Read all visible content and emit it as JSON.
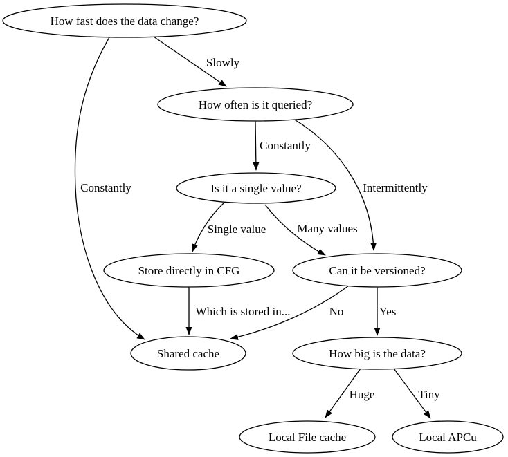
{
  "diagram": {
    "background_color": "#ffffff",
    "stroke_color": "#000000",
    "text_color": "#000000",
    "nodes": [
      {
        "id": "change",
        "label": "How fast does the data change?"
      },
      {
        "id": "queried",
        "label": "How often is it queried?"
      },
      {
        "id": "single",
        "label": "Is it a single value?"
      },
      {
        "id": "cfg",
        "label": "Store directly in CFG"
      },
      {
        "id": "versioned",
        "label": "Can it be versioned?"
      },
      {
        "id": "shared",
        "label": "Shared cache"
      },
      {
        "id": "big",
        "label": "How big is the data?"
      },
      {
        "id": "file",
        "label": "Local File cache"
      },
      {
        "id": "apcu",
        "label": "Local APCu"
      }
    ],
    "edges": [
      {
        "from": "change",
        "to": "queried",
        "label": "Slowly"
      },
      {
        "from": "change",
        "to": "shared",
        "label": "Constantly"
      },
      {
        "from": "queried",
        "to": "single",
        "label": "Constantly"
      },
      {
        "from": "queried",
        "to": "versioned",
        "label": "Intermittently"
      },
      {
        "from": "single",
        "to": "cfg",
        "label": "Single value"
      },
      {
        "from": "single",
        "to": "versioned",
        "label": "Many values"
      },
      {
        "from": "cfg",
        "to": "shared",
        "label": "Which is stored in..."
      },
      {
        "from": "versioned",
        "to": "shared",
        "label": "No"
      },
      {
        "from": "versioned",
        "to": "big",
        "label": "Yes"
      },
      {
        "from": "big",
        "to": "file",
        "label": "Huge"
      },
      {
        "from": "big",
        "to": "apcu",
        "label": "Tiny"
      }
    ]
  }
}
